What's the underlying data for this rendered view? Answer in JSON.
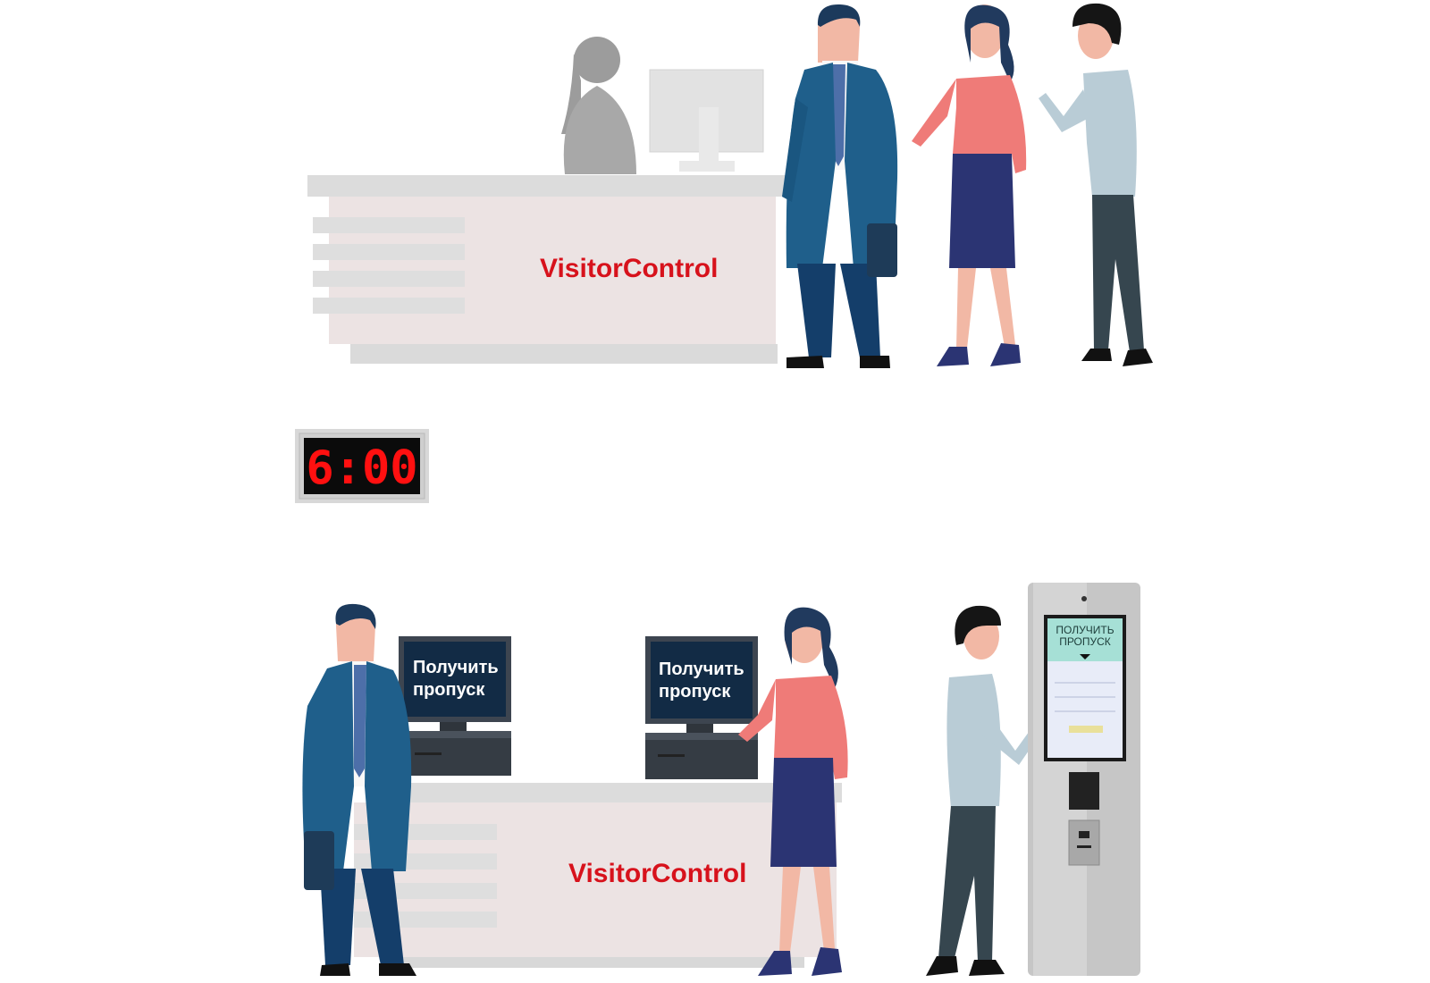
{
  "top_desk": {
    "brand": "VisitorControl"
  },
  "queue_display": {
    "time": "6:00"
  },
  "bottom_desk": {
    "brand": "VisitorControl",
    "terminal_left": {
      "line1": "Получить",
      "line2": "пропуск"
    },
    "terminal_right": {
      "line1": "Получить",
      "line2": "пропуск"
    }
  },
  "kiosk": {
    "header_line1": "ПОЛУЧИТЬ",
    "header_line2": "ПРОПУСК"
  },
  "colors": {
    "brand": "#d7121c",
    "desk": "#ece3e3",
    "suit": "#1f5f8b",
    "blouse": "#ef7b78",
    "skirt": "#2b3473",
    "terminal_screen": "#122b45",
    "clock_digits": "#ff1010"
  }
}
